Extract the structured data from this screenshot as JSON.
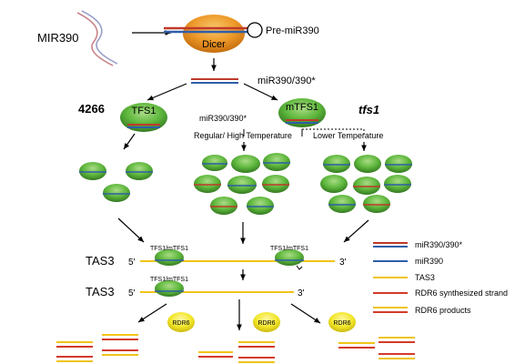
{
  "labels": {
    "mir390_gene": "MIR390",
    "dicer": "Dicer",
    "pre_mir390": "Pre-miR390",
    "duplex": "miR390/390*",
    "strain_4266": "4266",
    "strain_tfs1": "tfs1",
    "tfs1_protein": "TFS1",
    "mtfs1_protein": "mTFS1",
    "duplex_middle": "miR390/390*",
    "regular_high_temp": "Regular/ High Temperature",
    "lower_temp": "Lower Temperature",
    "tfs1_mtfs1_a": "TFS1/mTFS1",
    "tfs1_mtfs1_b": "TFS1/mTFS1",
    "tfs1_mtfs1_c": "TFS1/mTFS1",
    "tas3_top": "TAS3",
    "tas3_bottom": "TAS3",
    "five_prime_top": "5'",
    "three_prime_top": "3'",
    "five_prime_bottom": "5'",
    "three_prime_bottom": "3'",
    "rdr6": "RDR6"
  },
  "legend": [
    {
      "label": "miR390/390*",
      "style": "duplex"
    },
    {
      "label": "miR390",
      "style": "mirna"
    },
    {
      "label": "TAS3",
      "style": "tas3"
    },
    {
      "label": "RDR6 synthesized strand",
      "style": "rdr6"
    },
    {
      "label": "RDR6 products",
      "style": "products"
    }
  ],
  "colors": {
    "dicer_body": "#e98f1a",
    "tfs1_green": "#5fb83d",
    "rdr6_yellow": "#f2e62a",
    "tas3_line": "#f0c419",
    "rdr6_line": "#d43a2a",
    "mirna_blue": "#2e5ea8",
    "duplex_red": "#c0392b"
  }
}
